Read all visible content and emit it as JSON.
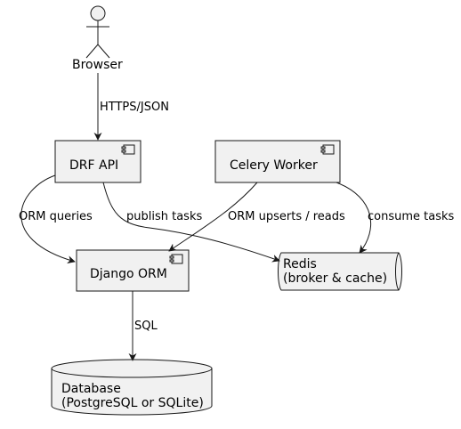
{
  "nodes": {
    "browser": {
      "label": "Browser"
    },
    "drf_api": {
      "label": "DRF API"
    },
    "celery_worker": {
      "label": "Celery Worker"
    },
    "django_orm": {
      "label": "Django ORM"
    },
    "redis": {
      "label_line1": "Redis",
      "label_line2": "(broker & cache)"
    },
    "database": {
      "label_line1": "Database",
      "label_line2": "(PostgreSQL or SQLite)"
    }
  },
  "edges": {
    "browser_to_api": "HTTPS/JSON",
    "api_to_orm": "ORM queries",
    "api_to_redis": "publish tasks",
    "worker_to_orm": "ORM upserts / reads",
    "worker_to_redis": "consume tasks",
    "orm_to_db": "SQL"
  },
  "colors": {
    "node_fill": "#f1f1f1",
    "node_stroke": "#181818",
    "edge": "#181818"
  }
}
